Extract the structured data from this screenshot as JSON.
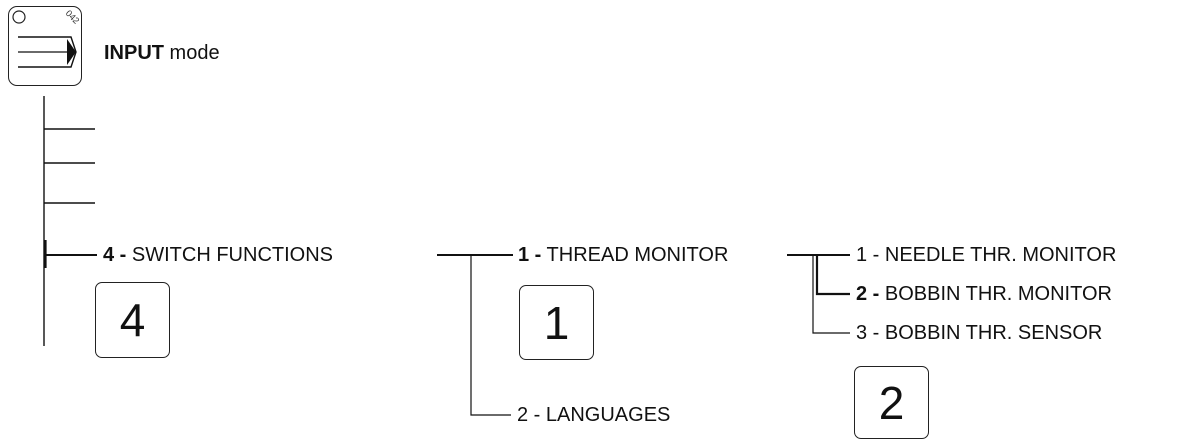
{
  "icon": {
    "name": "input-mode-arrow-icon",
    "code": "042"
  },
  "mode": {
    "bold": "INPUT",
    "rest": " mode"
  },
  "level1": {
    "num": "4 -",
    "label": " SWITCH FUNCTIONS",
    "key": "4"
  },
  "level2": [
    {
      "num": "1 -",
      "label": " THREAD MONITOR",
      "bold_num": true
    },
    {
      "num": "2 -",
      "label": " LANGUAGES",
      "bold_num": false
    }
  ],
  "level2_key": "1",
  "level3": [
    {
      "num": "1 -",
      "label": " NEEDLE THR. MONITOR",
      "bold_num": false
    },
    {
      "num": "2 -",
      "label": " BOBBIN THR. MONITOR",
      "bold_num": true
    },
    {
      "num": "3 -",
      "label": " BOBBIN THR. SENSOR",
      "bold_num": false
    }
  ],
  "level3_key": "2"
}
